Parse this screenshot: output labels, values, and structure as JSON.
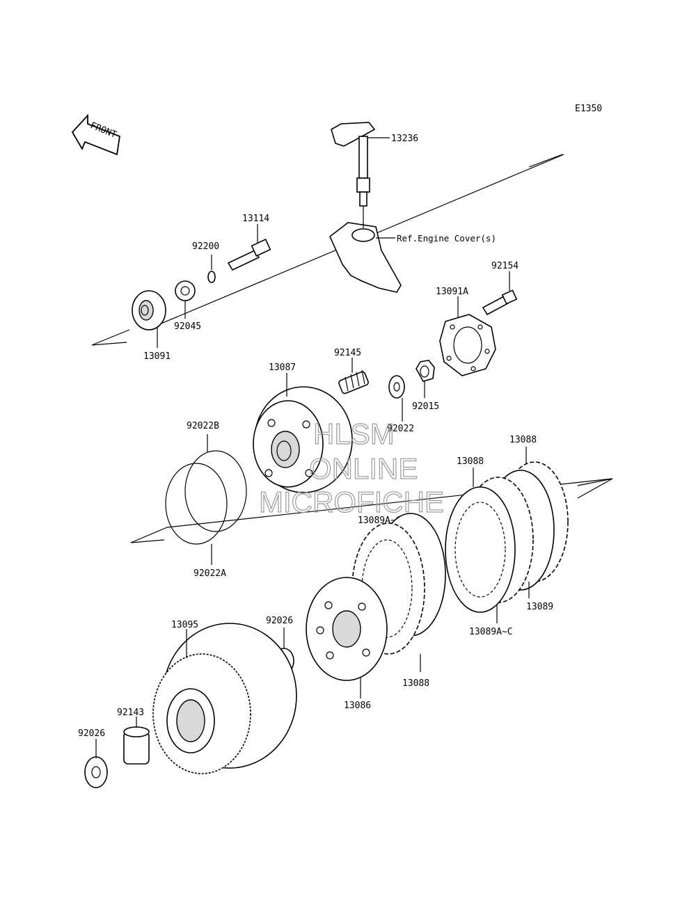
{
  "diagram_code": "E1350",
  "front_label": "FRONT",
  "reference_note": "Ref.Engine Cover(s)",
  "watermark": {
    "line1": "HLSM",
    "line2": "ONLINE",
    "line3": "MICROFICHE"
  },
  "part_labels": {
    "p13236": "13236",
    "p13114": "13114",
    "p92200": "92200",
    "p92154": "92154",
    "p13091A": "13091A",
    "p92045": "92045",
    "p13091": "13091",
    "p13087": "13087",
    "p92145": "92145",
    "p92022": "92022",
    "p92015": "92015",
    "p92022B": "92022B",
    "p13088_top": "13088",
    "p13088_mid": "13088",
    "p13089AC_top": "13089A~C",
    "p92022A": "92022A",
    "p13089": "13089",
    "p13089AC_bottom": "13089A~C",
    "p13095": "13095",
    "p92026_mid": "92026",
    "p13088_bottom": "13088",
    "p13086": "13086",
    "p92143": "92143",
    "p92026_left": "92026"
  }
}
